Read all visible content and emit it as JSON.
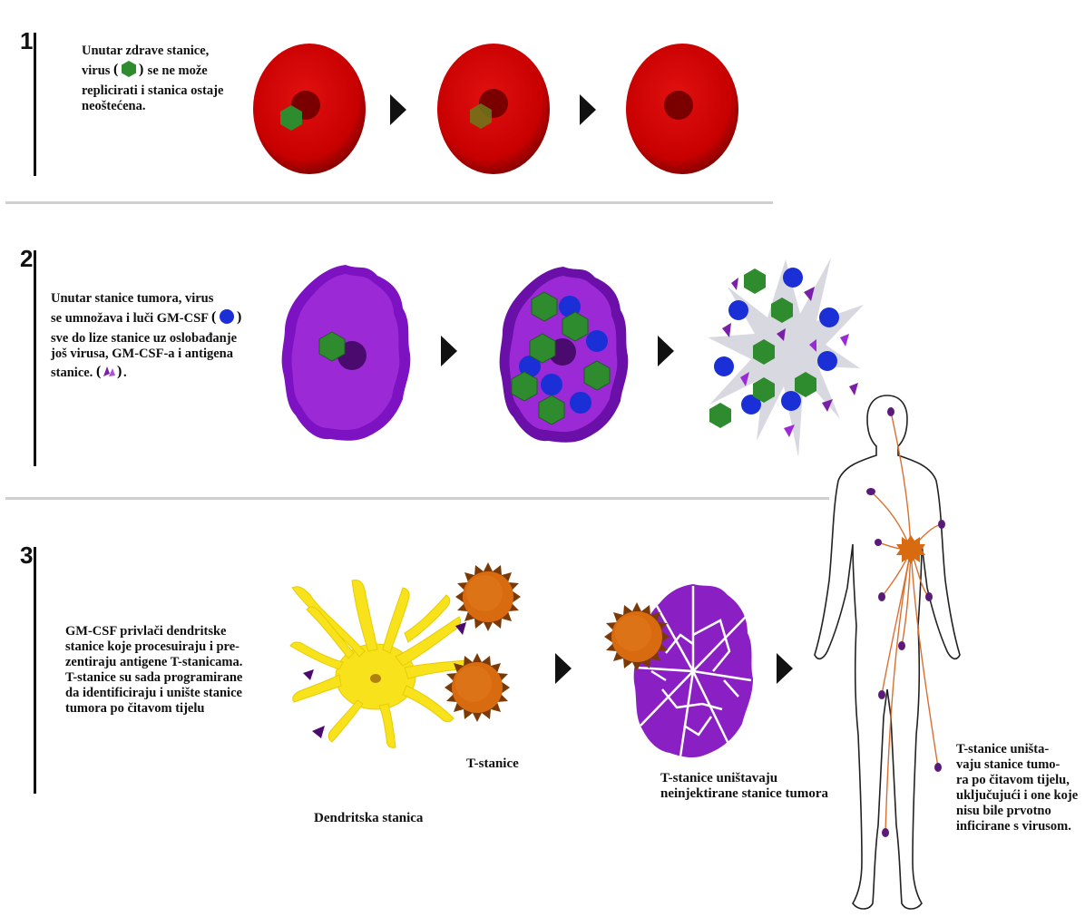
{
  "steps": [
    {
      "number": "1",
      "text_lines": [
        "Unutar zdrave stanice,",
        "virus",
        "se ne može",
        "replicirati i stanica ostaje",
        "neoštećena."
      ]
    },
    {
      "number": "2",
      "text_lines": [
        "Unutar stanice tumora, virus",
        "se umnožava i luči GM-CSF",
        "sve do lize stanice uz oslobađanje",
        "još virusa, GM-CSF-a i antigena",
        "stanice.",
        "."
      ]
    },
    {
      "number": "3",
      "text_lines": [
        "GM-CSF privlači dendritske",
        "stanice koje procesuiraju i pre-",
        "zentiraju antigene T-stanicama.",
        "T-stanice su sada programirane",
        "da identificiraju i unište stanice",
        "tumora po čitavom tijelu"
      ]
    }
  ],
  "labels": {
    "t_cells": "T-stanice",
    "dendritic_cell": "Dendritska stanica",
    "t_cells_destroy_lines": [
      "T-stanice uništavaju",
      "neinjektirane stanice tumora"
    ],
    "body_text_lines": [
      "T-stanice uništa-",
      "vaju stanice tumo-",
      "ra po čitavom tijelu,",
      "uključujući i one koje",
      "nisu bile prvotno",
      "inficirane s virusom."
    ]
  },
  "colors": {
    "healthy_cell": "#d40000",
    "healthy_nucleus": "#8a0000",
    "virus": "#2e8b2e",
    "tumor_cell": "#8a1fc4",
    "gm_csf": "#1a2fd6",
    "antigen": "#7a1fa8",
    "dendritic_cell": "#f7e21c",
    "t_cell": "#d86a10",
    "nerve_lines": "#d87030"
  },
  "icons": [
    "virus-hexagon-icon",
    "gm-csf-dot-icon",
    "antigen-fragment-icon",
    "arrow-right-icon"
  ]
}
